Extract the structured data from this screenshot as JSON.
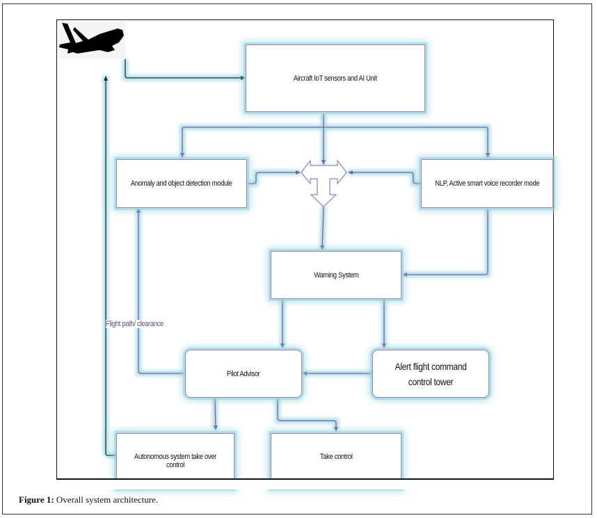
{
  "figure": {
    "caption_label": "Figure 1:",
    "caption_text": " Overall system architecture."
  },
  "nodes": {
    "aircraft_unit": "Aircraft IoT sensors and AI Unit",
    "anomaly": "Anomaly and object detection module",
    "nlp": "NLP, Active smart voice recorder mode",
    "warning": "Warning System",
    "pilot_advisor": "Pilot Advisor",
    "alert_tower": "Alert flight command control tower",
    "autonomous": "Autonomous system take over control",
    "take_control": "Take control"
  },
  "edge_labels": {
    "flight_path": "Flight path/ clearance"
  },
  "icons": {
    "aircraft": "airplane-silhouette-icon",
    "merge": "t-junction-arrow-icon"
  },
  "colors": {
    "edge": "#7a62a6",
    "glow": "#9fd8e0",
    "node_border": "#9a86b8",
    "frame": "#111111",
    "dark_edge": "#1f2f3a"
  }
}
